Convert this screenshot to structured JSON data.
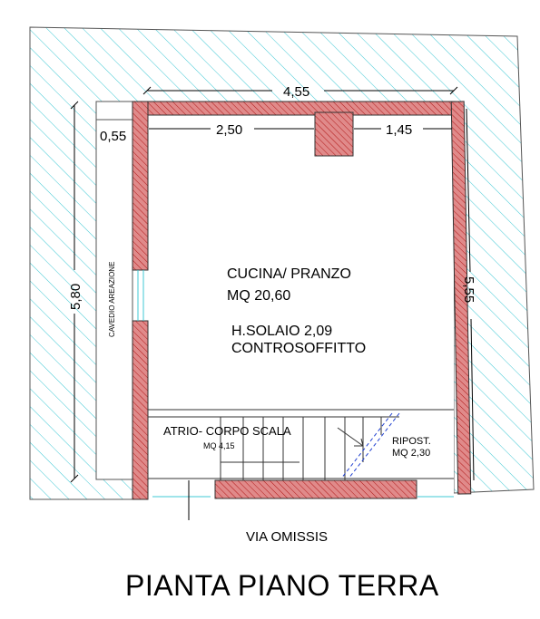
{
  "drawing": {
    "title": "PIANTA PIANO TERRA",
    "street": "VIA OMISSIS",
    "colors": {
      "hatch": "#3fc8d4",
      "wall_fill": "#e08a8a",
      "wall_hatch": "#b01818",
      "stair_dash": "#2040d0"
    }
  },
  "dimensions": {
    "top_total": "4,55",
    "top_left": "2,50",
    "top_right": "1,45",
    "left_small": "0,55",
    "left_height": "5,80",
    "right_height": "5,55"
  },
  "rooms": {
    "kitchen_name": "CUCINA/ PRANZO",
    "kitchen_area": "MQ 20,60",
    "kitchen_height": "H.SOLAIO 2,09",
    "kitchen_note": "CONTROSOFFITTO",
    "shaft": "CAVEDIO AREAZIONE",
    "atrium_name": "ATRIO- CORPO SCALA",
    "atrium_area": "MQ 4,15",
    "storage_name": "RIPOST.",
    "storage_area": "MQ 2,30"
  }
}
